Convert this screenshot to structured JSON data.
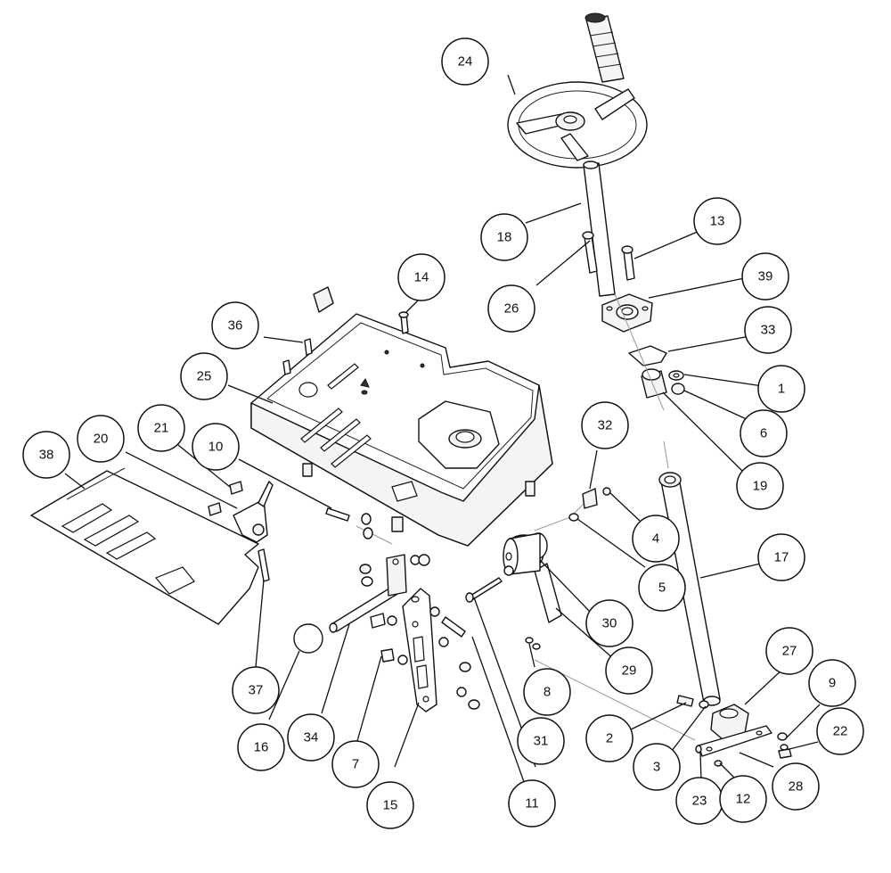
{
  "callouts": [
    {
      "label": "1"
    },
    {
      "label": "2"
    },
    {
      "label": "3"
    },
    {
      "label": "4"
    },
    {
      "label": "5"
    },
    {
      "label": "6"
    },
    {
      "label": "7"
    },
    {
      "label": "8"
    },
    {
      "label": "9"
    },
    {
      "label": "10"
    },
    {
      "label": "11"
    },
    {
      "label": "12"
    },
    {
      "label": "13"
    },
    {
      "label": "14"
    },
    {
      "label": "15"
    },
    {
      "label": "16"
    },
    {
      "label": "17"
    },
    {
      "label": "18"
    },
    {
      "label": "19"
    },
    {
      "label": "20"
    },
    {
      "label": "21"
    },
    {
      "label": "22"
    },
    {
      "label": "23"
    },
    {
      "label": "24"
    },
    {
      "label": "25"
    },
    {
      "label": "26"
    },
    {
      "label": "27"
    },
    {
      "label": "28"
    },
    {
      "label": "29"
    },
    {
      "label": "30"
    },
    {
      "label": "31"
    },
    {
      "label": "32"
    },
    {
      "label": "33"
    },
    {
      "label": "34"
    },
    {
      "label": "36"
    },
    {
      "label": "37"
    },
    {
      "label": "38"
    },
    {
      "label": "39"
    }
  ]
}
